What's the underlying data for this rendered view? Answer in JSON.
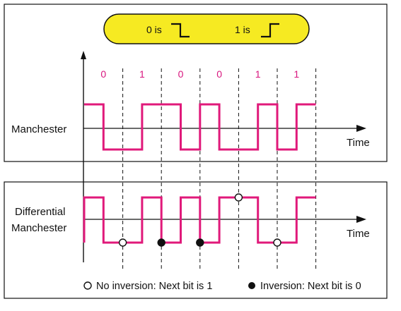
{
  "colors": {
    "signal": "#e0197a",
    "legend_fill": "#f6ea22",
    "legend_stroke": "#111111",
    "bit_label": "#d8157e"
  },
  "legend": {
    "zero_label": "0 is",
    "one_label": "1 is"
  },
  "bits": [
    "0",
    "1",
    "0",
    "0",
    "1",
    "1"
  ],
  "manchester": {
    "label": "Manchester",
    "axis_label": "Time"
  },
  "differential": {
    "label_line1": "Differential",
    "label_line2": "Manchester",
    "axis_label": "Time"
  },
  "key": {
    "no_inversion": "No inversion: Next bit is 1",
    "inversion": "Inversion: Next bit is 0"
  }
}
